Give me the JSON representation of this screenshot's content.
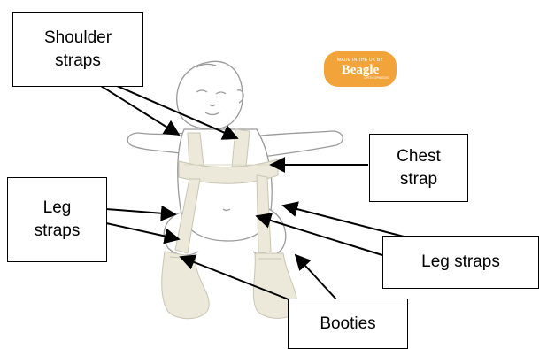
{
  "labels": {
    "shoulder": [
      "Shoulder",
      "straps"
    ],
    "chest": [
      "Chest",
      "strap"
    ],
    "leg_left": [
      "Leg",
      "straps"
    ],
    "leg_right": "Leg straps",
    "booties": "Booties"
  },
  "logo": {
    "line1": "MADE IN THE UK BY",
    "brand": "Beagle",
    "line2": "ORTHOPAEDIC"
  },
  "colors": {
    "harness": "#ece9da",
    "baby_outline": "#9a9a9a",
    "logo_orange": "#f2a33a",
    "arrow": "#000000"
  }
}
